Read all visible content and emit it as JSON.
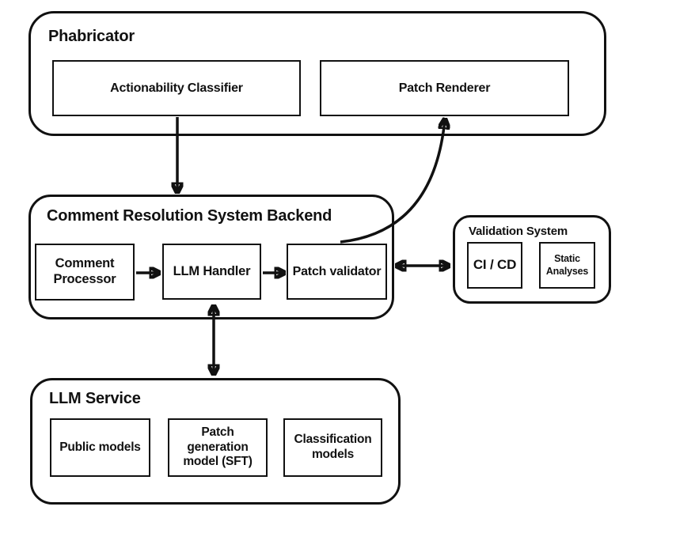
{
  "colors": {
    "ink": "#111111",
    "bg": "#ffffff"
  },
  "groups": {
    "phabricator": {
      "title": "Phabricator"
    },
    "backend": {
      "title": "Comment Resolution System Backend"
    },
    "validation": {
      "title": "Validation System"
    },
    "llm_service": {
      "title": "LLM Service"
    }
  },
  "nodes": {
    "actionability_classifier": "Actionability Classifier",
    "patch_renderer": "Patch Renderer",
    "comment_processor": "Comment Processor",
    "llm_handler": "LLM Handler",
    "patch_validator": "Patch validator",
    "ci_cd": "CI / CD",
    "static_analyses": "Static Analyses",
    "public_models": "Public models",
    "patch_generation_model": "Patch generation model (SFT)",
    "classification_models": "Classification models"
  },
  "edges": [
    {
      "from": "Actionability Classifier",
      "to": "Comment Resolution System Backend",
      "direction": "one-way",
      "style": "straight"
    },
    {
      "from": "Patch validator",
      "to": "Patch Renderer",
      "direction": "one-way",
      "style": "curved"
    },
    {
      "from": "Comment Processor",
      "to": "LLM Handler",
      "direction": "one-way",
      "style": "straight"
    },
    {
      "from": "LLM Handler",
      "to": "Patch validator",
      "direction": "one-way",
      "style": "straight"
    },
    {
      "from": "Patch validator",
      "to": "Validation System",
      "direction": "two-way",
      "style": "straight"
    },
    {
      "from": "LLM Handler",
      "to": "LLM Service",
      "direction": "two-way",
      "style": "straight"
    }
  ]
}
